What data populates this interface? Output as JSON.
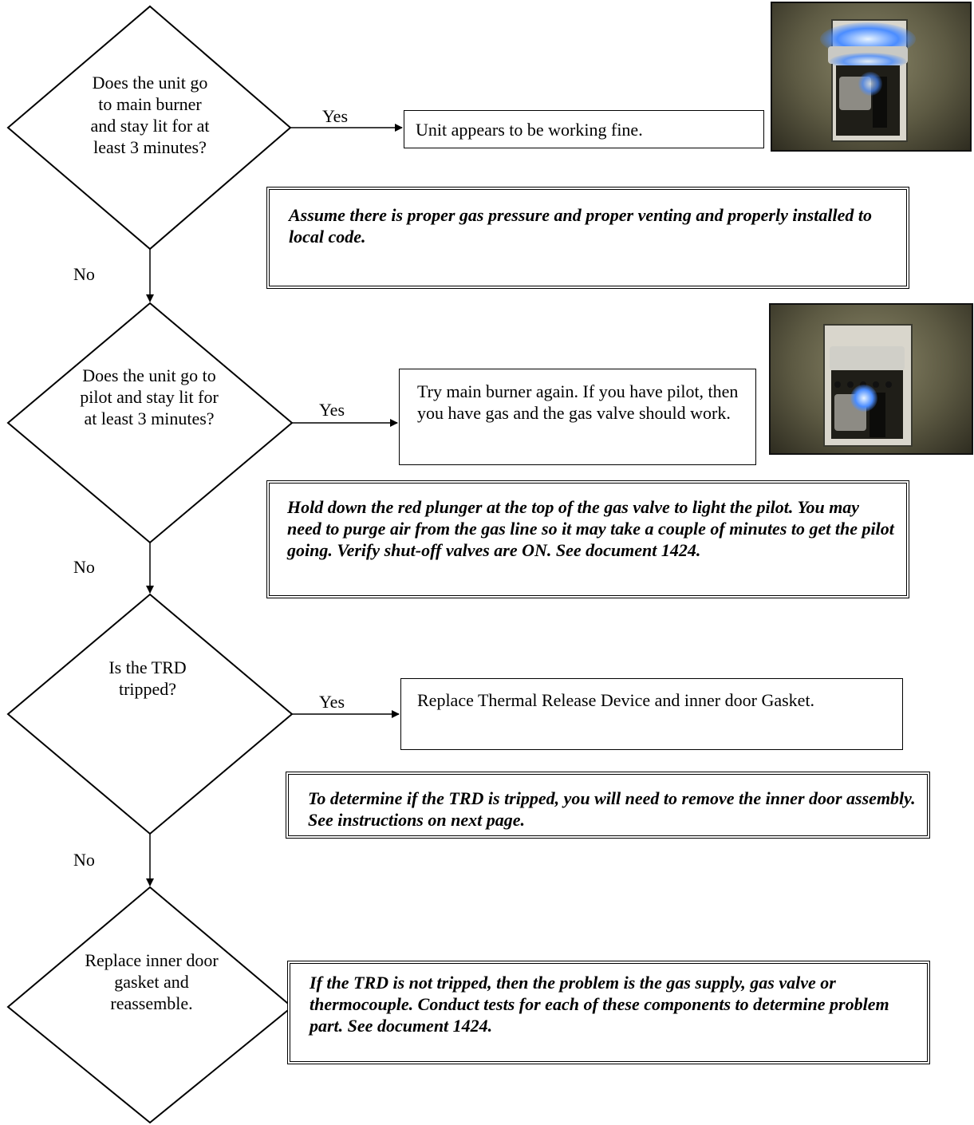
{
  "flowchart": {
    "decisions": [
      {
        "text": "Does the unit go to main burner and stay lit for at least 3 minutes?"
      },
      {
        "text": "Does the unit go to pilot and stay lit for at least 3 minutes?"
      },
      {
        "text": "Is the TRD tripped?"
      },
      {
        "text": "Replace inner door gasket and reassemble."
      }
    ],
    "labels": {
      "yes": "Yes",
      "no": "No"
    },
    "actions": [
      {
        "text": "Unit appears to be working fine."
      },
      {
        "text": "Try main burner again. If you have pilot, then you have gas and the gas valve should work."
      },
      {
        "text": "Replace Thermal Release Device and inner door Gasket."
      }
    ],
    "notes": [
      {
        "text": "Assume there is proper gas pressure and proper venting and properly installed to local code."
      },
      {
        "text": "Hold down the red plunger at the top of the gas valve to light the pilot. You may need to purge air from the gas line so it may take a couple of minutes to get the pilot going. Verify shut-off valves are ON. See document 1424."
      },
      {
        "text": "To determine if the TRD is tripped, you will need to remove the inner door assembly. See instructions on next page."
      },
      {
        "text": "If the TRD is not tripped, then the problem is the gas supply, gas valve or thermocouple. Conduct tests for each of these components to determine problem part. See document 1424."
      }
    ],
    "photos": [
      {
        "subject": "main-burner-lit-flame-photo"
      },
      {
        "subject": "pilot-flame-lit-photo"
      }
    ]
  }
}
